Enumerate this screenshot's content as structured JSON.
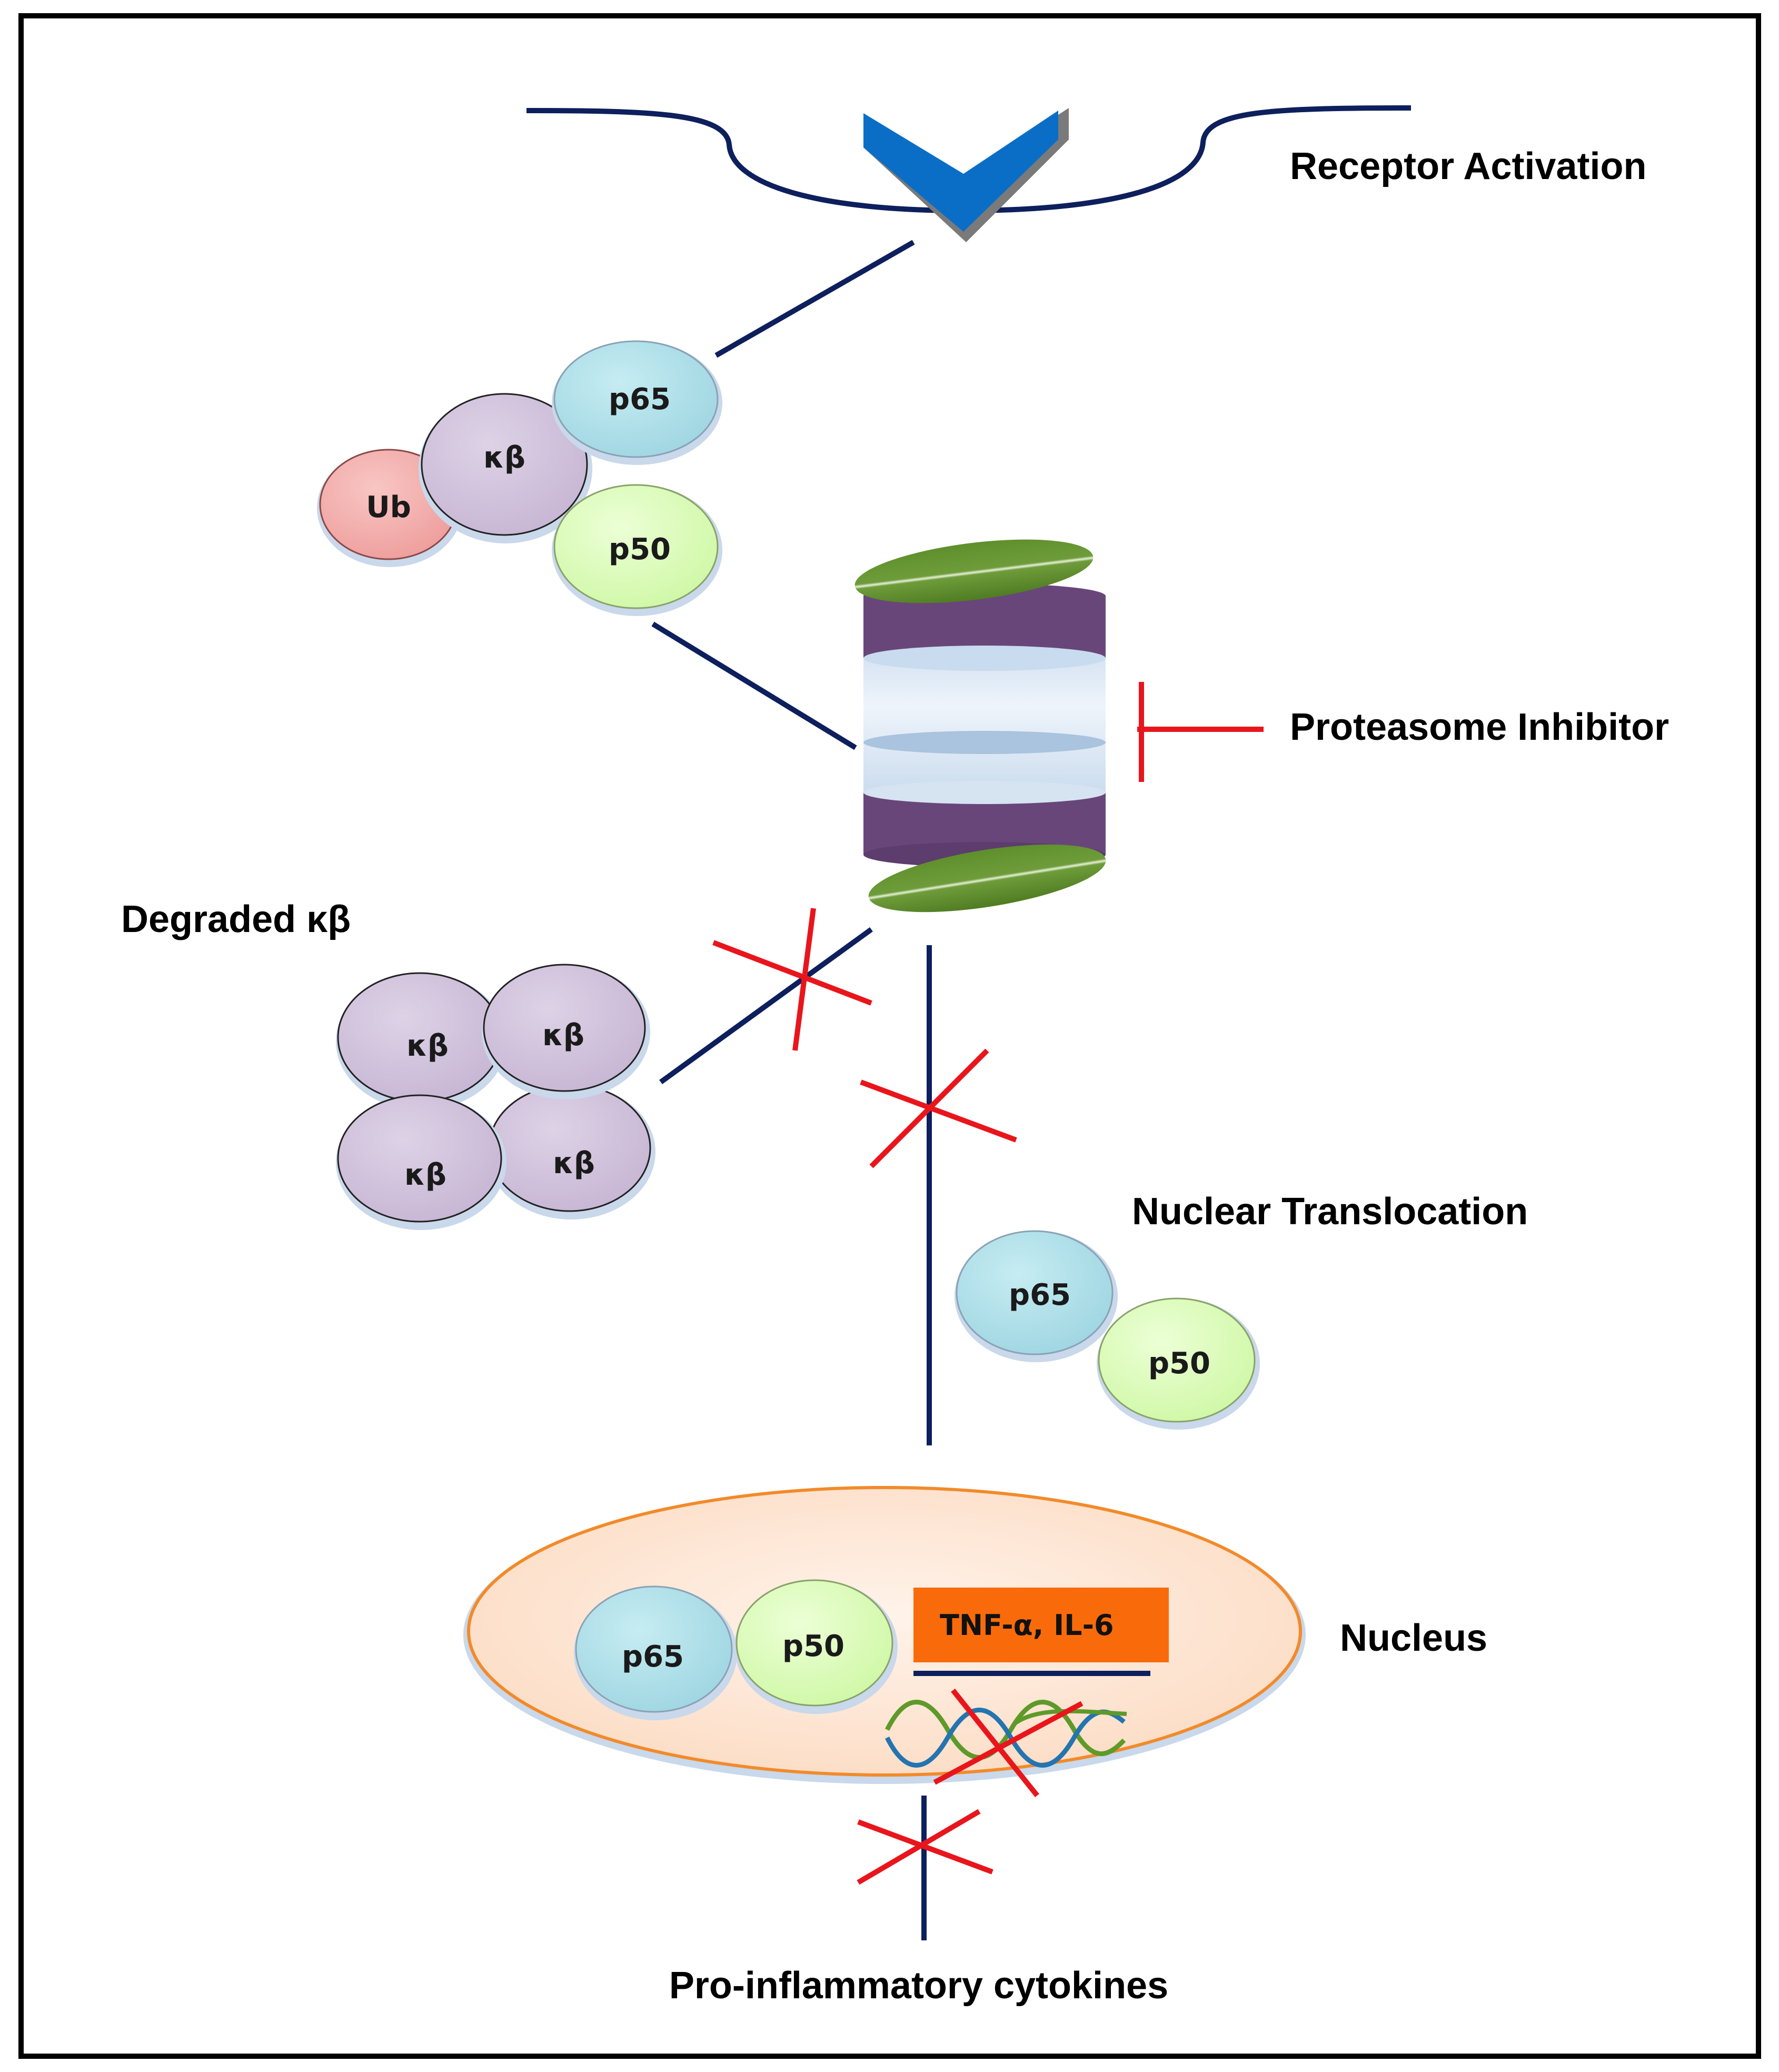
{
  "labels": {
    "receptor_activation": "Receptor Activation",
    "proteasome_inhibitor": "Proteasome Inhibitor",
    "degraded": "Degraded κβ",
    "nuclear_translocation": "Nuclear Translocation",
    "nucleus": "Nucleus",
    "cytokines": "Pro-inflammatory cytokines"
  },
  "complex": {
    "p65": "p65",
    "kb": "κβ",
    "ub": "Ub",
    "p50": "p50"
  },
  "degraded_units": [
    "κβ",
    "κβ",
    "κβ",
    "κβ"
  ],
  "translocation_dimer": {
    "p65": "p65",
    "p50": "p50"
  },
  "nuclear_dimer": {
    "p65": "p65",
    "p50": "p50"
  },
  "gene_box": "TNF-α, IL-6",
  "colors": {
    "arrow": "#0d1f5c",
    "inhibition": "#e8161c",
    "p65": "#a8dce6",
    "p50": "#d9fcb4",
    "kb": "#d2c4dc",
    "ub": "#f2b2b0",
    "receptor": "#0a6ec6",
    "proteasome_band": "#68467a",
    "proteasome_cap": "#5b8a2a",
    "nucleus_fill": "#fde6d4",
    "nucleus_edge": "#f28a2a",
    "gene_box": "#f96b0a"
  }
}
